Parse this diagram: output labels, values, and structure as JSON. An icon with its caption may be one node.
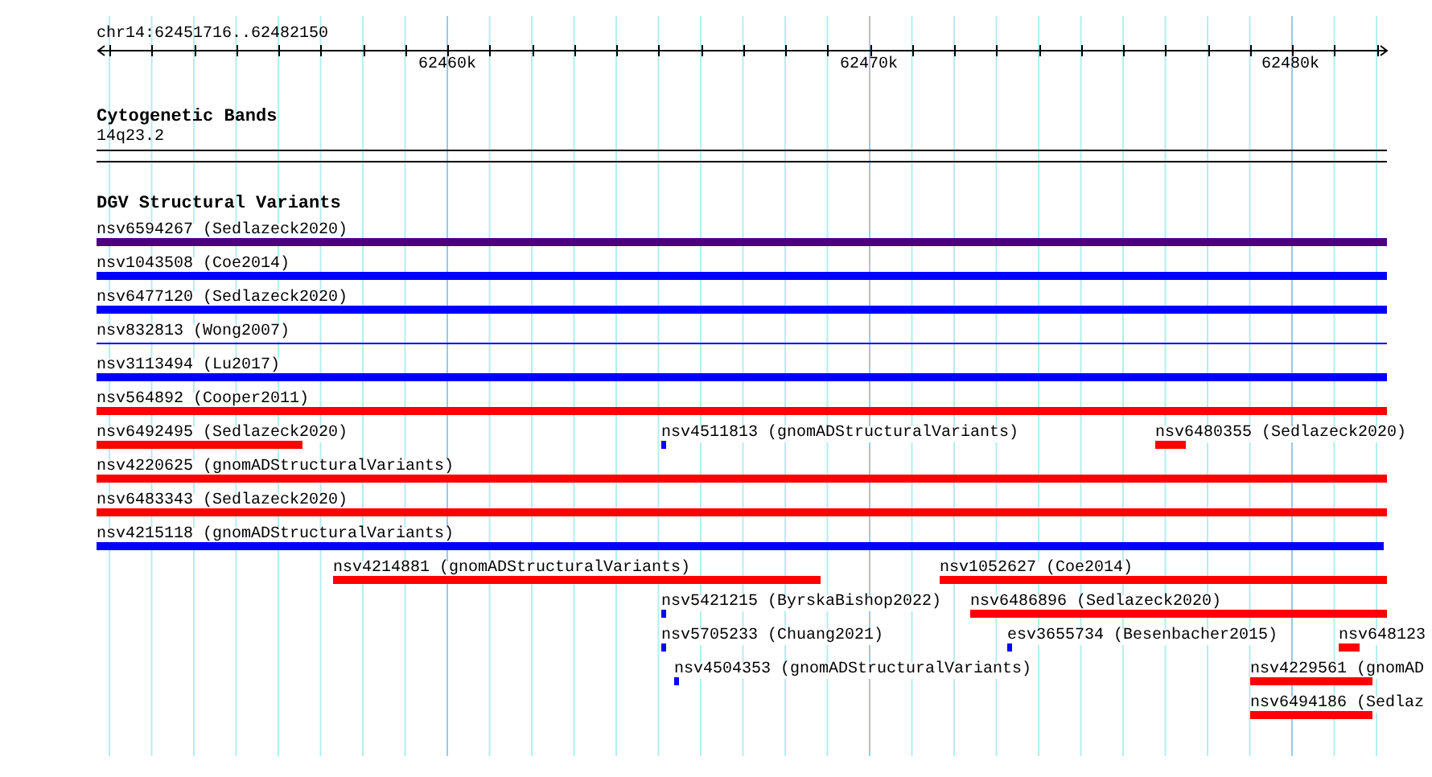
{
  "diagram": {
    "nodes": [
      {
        "text": [
          "nsv6594267 (Sedlazeck2020)"
        ]
      },
      {
        "text": [
          "nsv1043508 (Coe2014)"
        ]
      },
      {
        "text": [
          "nsv6477120 (Sedlazeck2020)"
        ]
      },
      {
        "text": [
          "nsv832813 (Wong2007)"
        ]
      },
      {
        "text": [
          "nsv3113494 (Lu2017)"
        ]
      },
      {
        "text": [
          "nsv564892 (Cooper2011)"
        ]
      },
      {
        "text": [
          "nsv6492495 (Sedlazeck2020)"
        ]
      },
      {
        "text": [
          "nsv4511813 (gnomADStructuralVariants)"
        ]
      },
      {
        "text": [
          "nsv6480355 (Sedlazeck2020)"
        ]
      },
      {
        "text": [
          "nsv4220625 (gnomADStructuralVariants)"
        ]
      },
      {
        "text": [
          "nsv6483343 (Sedlazeck2020)"
        ]
      },
      {
        "text": [
          "nsv4215118 (gnomADStructuralVariants)"
        ]
      },
      {
        "text": [
          "nsv4214881 (gnomADStructuralVariants)"
        ]
      },
      {
        "text": [
          "nsv1052627 (Coe2014)"
        ]
      },
      {
        "text": [
          "nsv5421215 (ByrskaBishop2022)"
        ]
      },
      {
        "text": [
          "nsv6486896 (Sedlazeck2020)"
        ]
      },
      {
        "text": [
          "nsv5705233 (Chuang2021)"
        ]
      },
      {
        "text": [
          "esv3655734 (Besenbacher2015)"
        ]
      },
      {
        "text": [
          "nsv648123"
        ]
      },
      {
        "text": [
          "nsv4504353 (gnomADStructuralVariants)"
        ]
      },
      {
        "text": [
          "nsv4229561 (gnomAD"
        ]
      },
      {
        "text": [
          "nsv6494186 (Sedlaz"
        ]
      }
    ],
    "labels": [
      "chr14:62451716..62482150",
      "62460k",
      "62470k",
      "62480k",
      "Cytogenetic Bands",
      "14q23.2",
      "DGV Structural Variants"
    ]
  }
}
